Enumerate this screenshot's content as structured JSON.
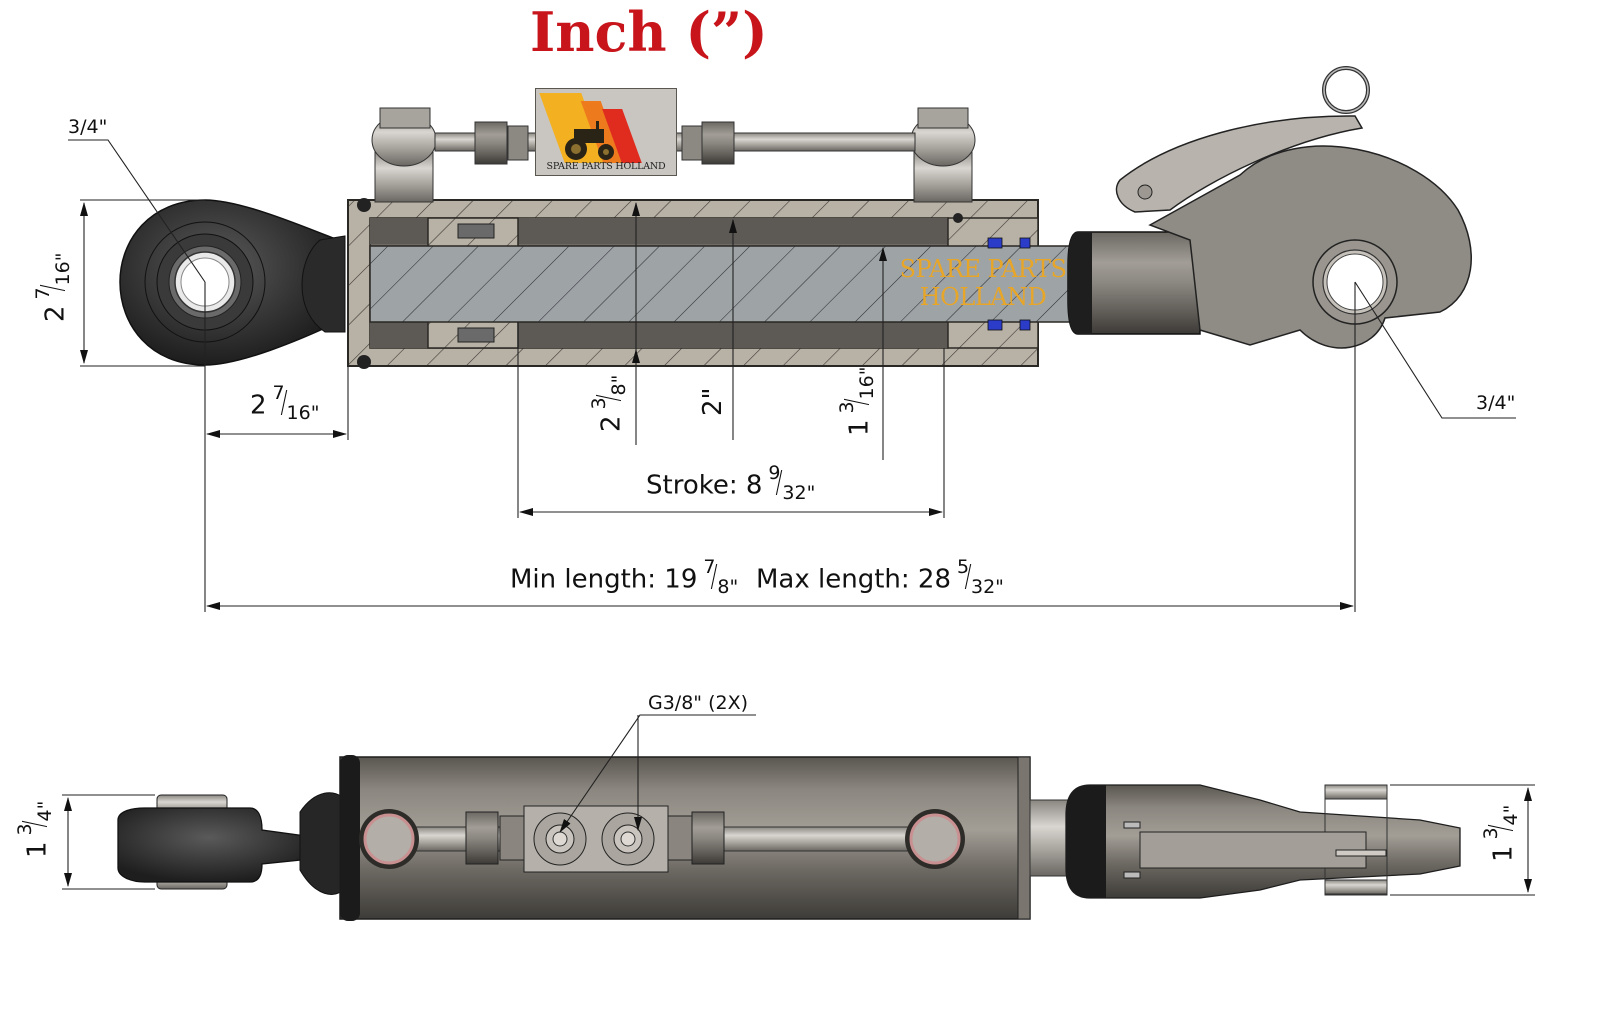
{
  "title": "Inch (”)",
  "colors": {
    "title": "#c8151b",
    "brand_orange": "#e8a628",
    "seal_blue": "#2a3cc8",
    "steel_dark": "#5e5a55",
    "steel_light": "#b9b5ae",
    "rubber": "#2b2b2b",
    "hatch_rod": "#9ea3a6",
    "hatch_body": "#b8b1a6"
  },
  "brand": {
    "plate_text": "SPARE PARTS HOLLAND",
    "rod_watermark_line1": "SPARE PARTS",
    "rod_watermark_line2": "HOLLAND"
  },
  "top_view": {
    "ball_joint_bore": {
      "label": "3/4\""
    },
    "ball_joint_height": {
      "whole": "2",
      "num": "7",
      "den": "16\""
    },
    "ball_joint_offset": {
      "whole": "2",
      "num": "7",
      "den": "16\""
    },
    "bore_diameter": {
      "whole": "2",
      "num": "3",
      "den": "8\""
    },
    "piston_diameter": {
      "label": "2\""
    },
    "rod_diameter": {
      "whole": "1",
      "num": "3",
      "den": "16\""
    },
    "stroke": {
      "prefix": "Stroke: 8",
      "num": "9",
      "den": "32\""
    },
    "min_length": {
      "prefix": "Min length: 19",
      "num": "7",
      "den": "8\""
    },
    "max_length": {
      "prefix": "Max length: 28",
      "num": "5",
      "den": "32\""
    },
    "hook_bore": {
      "label": "3/4\""
    }
  },
  "side_view": {
    "ports": {
      "label": "G3/8\" (2X)"
    },
    "ball_width_left": {
      "whole": "1",
      "num": "3",
      "den": "4\""
    },
    "hook_width_right": {
      "whole": "1",
      "num": "3",
      "den": "4\""
    }
  }
}
